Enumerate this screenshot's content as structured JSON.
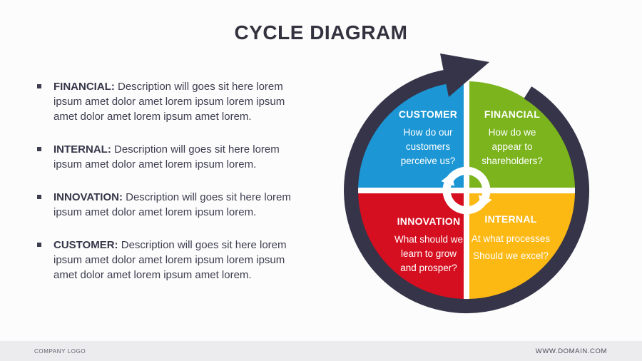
{
  "slide": {
    "title": "CYCLE DIAGRAM"
  },
  "bullets": [
    {
      "label": "FINANCIAL:",
      "text": "Description will goes sit here lorem ipsum amet dolor amet lorem ipsum lorem ipsum amet dolor amet lorem ipsum amet lorem."
    },
    {
      "label": "INTERNAL:",
      "text": "Description will goes sit here lorem ipsum amet dolor amet lorem ipsum lorem."
    },
    {
      "label": "INNOVATION:",
      "text": "Description will goes sit here lorem ipsum amet dolor amet lorem ipsum lorem."
    },
    {
      "label": "CUSTOMER:",
      "text": "Description will goes sit here lorem ipsum amet dolor amet lorem ipsum lorem ipsum amet dolor amet lorem ipsum amet lorem."
    }
  ],
  "diagram": {
    "ring_color": "#363449",
    "divider_color": "#ffffff",
    "center_icon": "cycle-arrows-icon",
    "quadrants": [
      {
        "id": "customer",
        "title": "CUSTOMER",
        "color": "#1c96d4",
        "lines": [
          "How do our",
          "customers",
          "perceive us?"
        ]
      },
      {
        "id": "financial",
        "title": "FINANCIAL",
        "color": "#7bb41d",
        "lines": [
          "How do we",
          "appear to",
          "shareholders?"
        ]
      },
      {
        "id": "innovation",
        "title": "INNOVATION",
        "color": "#d50f20",
        "lines": [
          "What should we",
          "learn to grow",
          "and prosper?"
        ]
      },
      {
        "id": "internal",
        "title": "INTERNAL",
        "color": "#fcb813",
        "lines": [
          "At what processes",
          "Should we excel?"
        ]
      }
    ]
  },
  "footer": {
    "company": "COMPANY LOGO",
    "website": "WWW.DOMAIN.COM"
  }
}
